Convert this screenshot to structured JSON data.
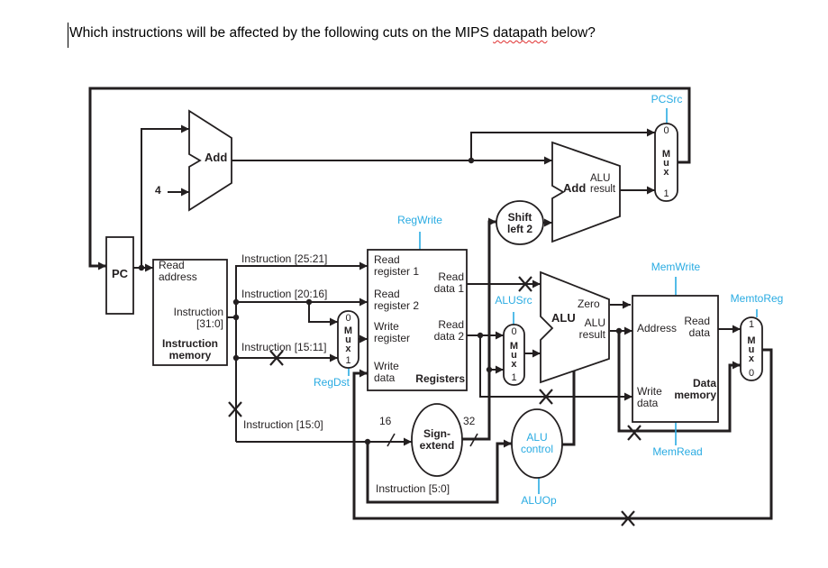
{
  "title": {
    "pre": "Which instructions will be affected by the following cuts on the MIPS ",
    "misspelled": "datapath",
    "post": " below?"
  },
  "datapath": {
    "pc": "PC",
    "instruction_memory": {
      "read_address": "Read\naddress",
      "instruction_out": "Instruction\n[31:0]",
      "name": "Instruction\nmemory"
    },
    "registers": {
      "read_register_1": "Read\nregister 1",
      "read_register_2": "Read\nregister 2",
      "write_register": "Write\nregister",
      "write_data": "Write\ndata",
      "read_data_1": "Read\ndata 1",
      "read_data_2": "Read\ndata 2",
      "name": "Registers"
    },
    "data_memory": {
      "address": "Address",
      "read_data": "Read\ndata",
      "write_data": "Write\ndata",
      "name": "Data\nmemory"
    },
    "adders": {
      "add_pc": "Add",
      "add_branch": "Add",
      "add_branch_result": "ALU\nresult"
    },
    "alu": {
      "name": "ALU",
      "zero": "Zero",
      "result": "ALU\nresult"
    },
    "shift_left_2": "Shift\nleft 2",
    "sign_extend": "Sign-\nextend",
    "alu_control": "ALU\ncontrol",
    "constants": {
      "four": "4",
      "bus16": "16",
      "bus32": "32"
    },
    "wires": {
      "instr_25_21": "Instruction [25:21]",
      "instr_20_16": "Instruction [20:16]",
      "instr_15_11": "Instruction [15:11]",
      "instr_15_0": "Instruction [15:0]",
      "instr_5_0": "Instruction [5:0]"
    },
    "control_signals": {
      "pcsrc": "PCSrc",
      "regwrite": "RegWrite",
      "alusrc": "ALUSrc",
      "regdst": "RegDst",
      "memwrite": "MemWrite",
      "memtoreg": "MemtoReg",
      "memread": "MemRead",
      "aluop": "ALUOp"
    },
    "muxes": {
      "regdst": [
        "0",
        "M",
        "u",
        "x",
        "1"
      ],
      "alusrc": [
        "0",
        "M",
        "u",
        "x",
        "1"
      ],
      "pcsrc": [
        "0",
        "M",
        "u",
        "x",
        "1"
      ],
      "memtoreg": [
        "1",
        "M",
        "u",
        "x",
        "0"
      ]
    },
    "colors": {
      "control": "#29abe2",
      "wire": "#231f20"
    }
  }
}
